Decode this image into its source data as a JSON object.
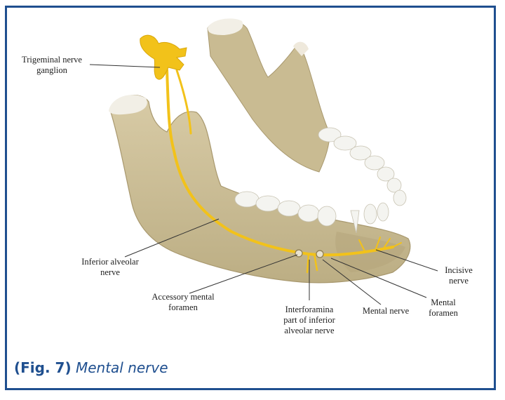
{
  "labels": {
    "trigeminal": "Trigeminal nerve\nganglion",
    "inferior_alveolar": "Inferior alveolar\nnerve",
    "accessory_mental": "Accessory mental\nforamen",
    "interforamina": "Interforamina\npart of inferior\nalveolar nerve",
    "mental_nerve": "Mental nerve",
    "mental_foramen": "Mental\nforamen",
    "incisive": "Incisive\nnerve"
  },
  "caption": {
    "fig": "(Fig. 7)",
    "title": "Mental nerve"
  },
  "colors": {
    "frame": "#1f4f8f",
    "bone": "#cdbf98",
    "bone_shadow": "#a8986e",
    "tooth": "#f4f4f0",
    "nerve": "#f2c21a"
  }
}
